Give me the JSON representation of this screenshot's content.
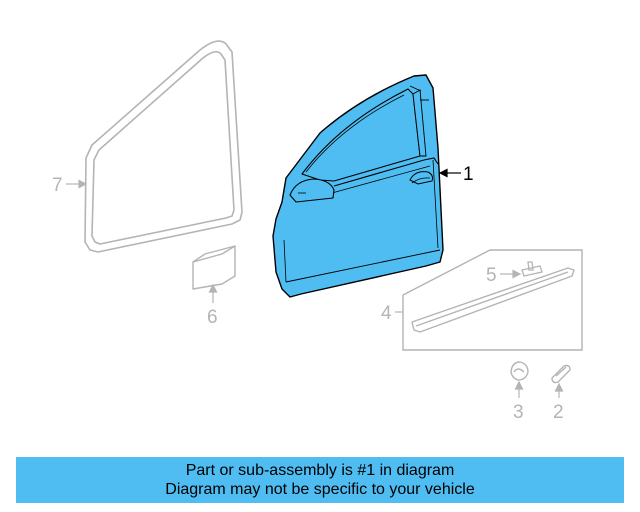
{
  "diagram": {
    "callouts": {
      "part1": "1",
      "part2": "2",
      "part3": "3",
      "part4": "4",
      "part5": "5",
      "part6": "6",
      "part7": "7"
    },
    "colors": {
      "highlight_fill": "#4fbdf2",
      "outline": "#000000",
      "faded_parts": "#b4b4b4"
    }
  },
  "banner": {
    "line1": "Part or sub-assembly is #1 in diagram",
    "line2": "Diagram may not be specific to your vehicle",
    "color": "#4fbdf2"
  }
}
